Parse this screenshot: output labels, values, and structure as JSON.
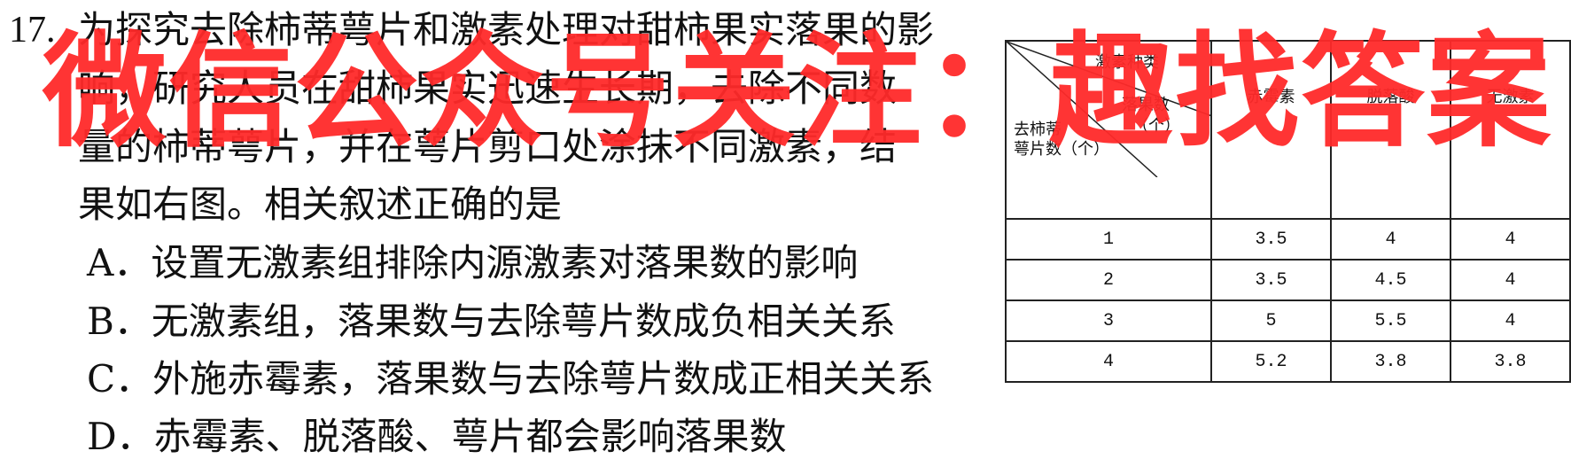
{
  "question": {
    "number": "17.",
    "stem_lines": [
      "为探究去除柿蒂萼片和激素处理对甜柿果实落果的影",
      "响，研究人员在甜柿果实迅速生长期，去除不同数",
      "量的柿蒂萼片，并在萼片剪口处涂抹不同激素，结",
      "果如右图。相关叙述正确的是"
    ],
    "options": [
      "A．设置无激素组排除内源激素对落果数的影响",
      "B．无激素组，落果数与去除萼片数成负相关关系",
      "C．外施赤霉素，落果数与去除萼片数成正相关关系",
      "D．赤霉素、脱落酸、萼片都会影响落果数"
    ]
  },
  "table": {
    "corner": {
      "top": "激素种类",
      "middle": "落果数",
      "middle_unit": "（个）",
      "bottom_1": "去柿蒂",
      "bottom_2": "萼片数（个）"
    },
    "columns": [
      "赤霉素",
      "脱落酸",
      "无激素"
    ],
    "rows": [
      {
        "sepals": "1",
        "values": [
          "3.5",
          "4",
          "4"
        ]
      },
      {
        "sepals": "2",
        "values": [
          "3.5",
          "4.5",
          "4"
        ]
      },
      {
        "sepals": "3",
        "values": [
          "5",
          "5.5",
          "4"
        ]
      },
      {
        "sepals": "4",
        "values": [
          "5.2",
          "3.8",
          "3.8"
        ]
      }
    ]
  },
  "watermark": {
    "text": "微信公众号关注：趣找答案",
    "color": "#ff2a2a"
  }
}
